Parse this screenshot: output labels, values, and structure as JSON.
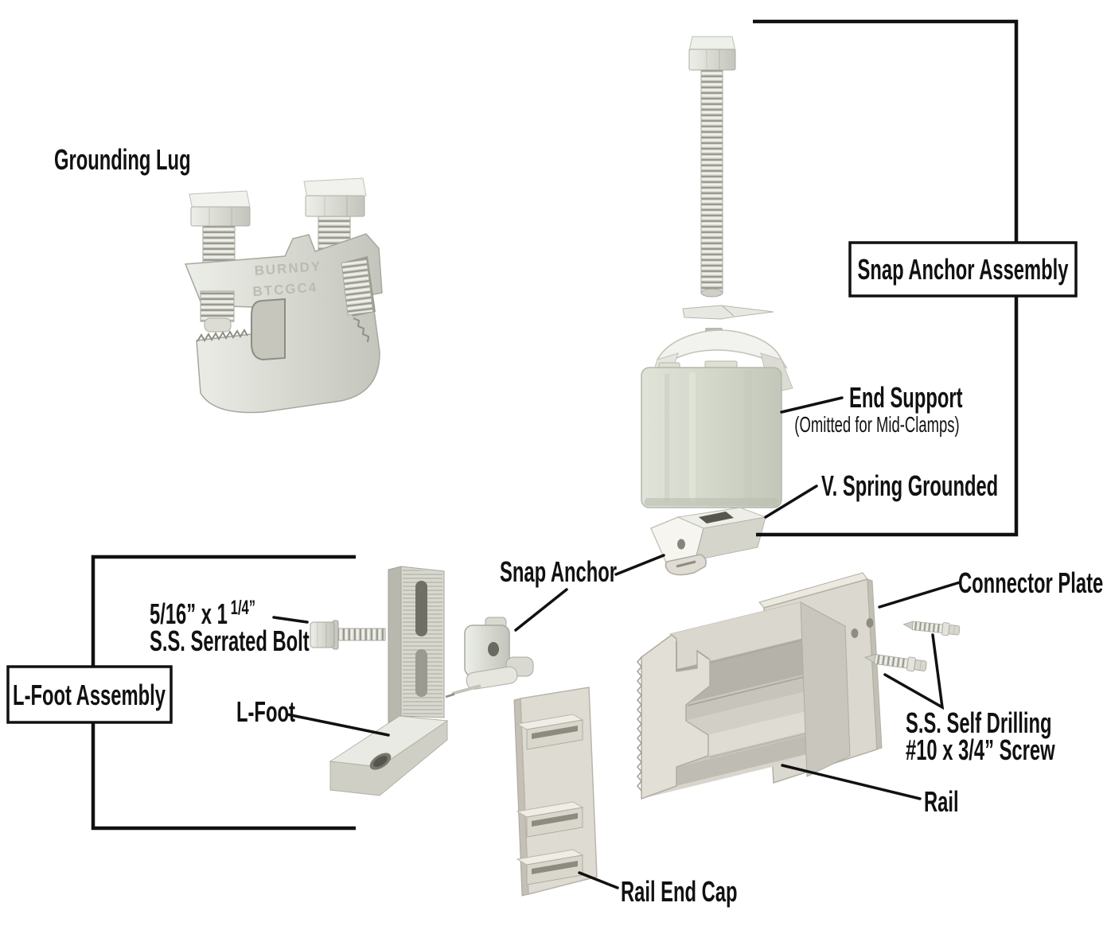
{
  "title": "Exploded solar mounting hardware diagram",
  "labels": {
    "grounding_lug": "Grounding Lug",
    "snap_anchor_assembly": "Snap Anchor Assembly",
    "end_support": "End Support",
    "end_support_note": "(Omitted for Mid-Clamps)",
    "v_spring_grounded": "V. Spring Grounded",
    "snap_anchor": "Snap Anchor",
    "connector_plate": "Connector Plate",
    "serrated_bolt_line1": "5/16” x 1",
    "serrated_bolt_sup": "1/4”",
    "serrated_bolt_line2": "S.S. Serrated Bolt",
    "l_foot_assembly": "L-Foot Assembly",
    "l_foot": "L-Foot",
    "self_drilling_line1": "S.S. Self Drilling",
    "self_drilling_line2": "#10 x 3/4” Screw",
    "rail": "Rail",
    "rail_end_cap": "Rail End Cap"
  },
  "engravings": {
    "lug_brand": "BURNDY",
    "lug_model": "BTCGC4"
  },
  "colors": {
    "background": "#ffffff",
    "leader_line": "#111111",
    "label_text": "#111111",
    "metal_light": "#eceee8",
    "metal_mid": "#d6d6ce",
    "metal_dark": "#b7b7ad",
    "block_tint": "#d6dbcc"
  }
}
